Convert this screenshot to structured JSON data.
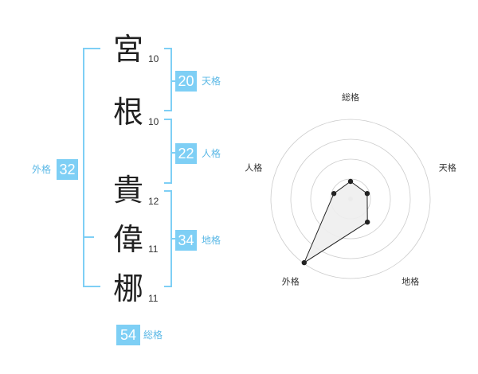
{
  "name_chars": [
    {
      "char": "宮",
      "strokes": "10"
    },
    {
      "char": "根",
      "strokes": "10"
    },
    {
      "char": "貴",
      "strokes": "12"
    },
    {
      "char": "偉",
      "strokes": "11"
    },
    {
      "char": "梛",
      "strokes": "11"
    }
  ],
  "fortunes": {
    "tenkaku": {
      "value": "20",
      "label": "天格"
    },
    "jinkaku": {
      "value": "22",
      "label": "人格"
    },
    "chikaku": {
      "value": "34",
      "label": "地格"
    },
    "gaikaku": {
      "value": "32",
      "label": "外格"
    },
    "soukaku": {
      "value": "54",
      "label": "総格"
    }
  },
  "chart_data": {
    "type": "radar",
    "axes": [
      "総格",
      "天格",
      "地格",
      "外格",
      "人格"
    ],
    "values": [
      0.22,
      0.22,
      0.36,
      0.99,
      0.22
    ],
    "colors": {
      "accent": "#7ecff5",
      "fill": "#eeeeee",
      "line": "#222222",
      "grid": "#cccccc"
    }
  }
}
